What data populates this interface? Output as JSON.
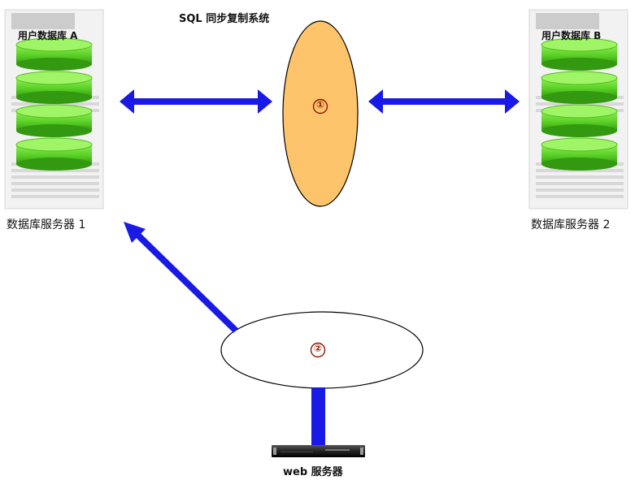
{
  "diagram": {
    "title": "SQL 同步复制系统",
    "server_a": {
      "db_label": "用户数据库 A",
      "server_label": "数据库服务器 1"
    },
    "server_b": {
      "db_label": "用户数据库 B",
      "server_label": "数据库服务器 2"
    },
    "sync_node": {
      "marker": "①"
    },
    "web_node": {
      "marker": "②",
      "label": "web 服务器"
    },
    "colors": {
      "arrow": "#1a1ae6",
      "disk_green": "#66dd33",
      "disk_green_dark": "#33aa11",
      "sync_fill": "#fdc46b",
      "panel_bg": "#f4f4f4",
      "panel_stripe": "#d8d8d8"
    },
    "icons": {
      "database_stack": "database-stack-icon",
      "server_rack": "rack-server-icon"
    }
  }
}
